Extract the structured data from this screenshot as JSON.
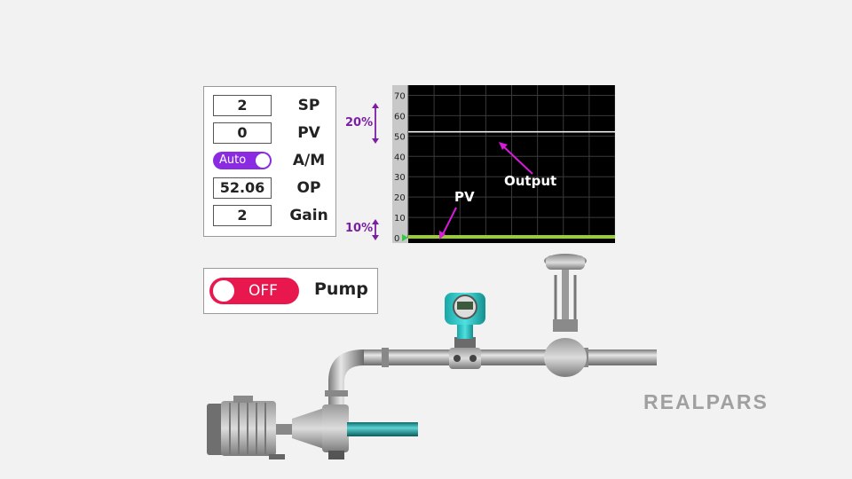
{
  "faceplate": {
    "sp": {
      "value": "2",
      "label": "SP"
    },
    "pv": {
      "value": "0",
      "label": "PV"
    },
    "am": {
      "mode": "Auto",
      "label": "A/M"
    },
    "op": {
      "value": "52.06",
      "label": "OP"
    },
    "gain": {
      "value": "2",
      "label": "Gain"
    }
  },
  "pump": {
    "state": "OFF",
    "label": "Pump"
  },
  "trend": {
    "upper_band": "20%",
    "lower_band": "10%",
    "y_ticks": [
      "70",
      "60",
      "50",
      "40",
      "30",
      "20",
      "10",
      "0"
    ],
    "annotations": {
      "output": "Output",
      "pv": "PV"
    }
  },
  "chart_data": {
    "type": "line",
    "ylim": [
      0,
      75
    ],
    "grid": true,
    "y_ticks": [
      0,
      10,
      20,
      30,
      40,
      50,
      60,
      70
    ],
    "series": [
      {
        "name": "Output",
        "y": 52.06,
        "color": "#ffffff"
      },
      {
        "name": "PV",
        "y": 0,
        "color": "#9acd32"
      }
    ]
  },
  "logo": {
    "text": "REALPARS"
  },
  "colors": {
    "auto_toggle": "#8a2be2",
    "pump_off": "#e8184f",
    "annotation": "#d81bdb",
    "band_marker": "#7b1fa2",
    "chart_bg": "#000000",
    "grid": "#3a3a3a"
  }
}
